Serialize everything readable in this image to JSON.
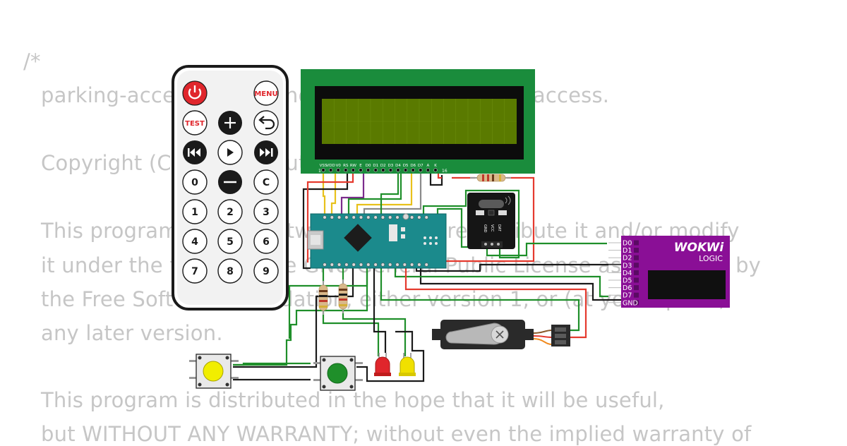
{
  "background_code": {
    "lines": [
      "/*",
      "parking-access — Arduino program for parking access.",
      "Copyright (C) 2023 — author",
      "This program is free software: you can redistribute it and/or modify",
      "it under the terms of the GNU General Public License as published by",
      "the Free Software Foundation, either version 1, or (at your option)",
      "any later version.",
      "This program is distributed in the hope that it will be useful,",
      "but WITHOUT ANY WARRANTY; without even the implied warranty of"
    ]
  },
  "remote": {
    "keys": [
      "MENU",
      "TEST",
      "0",
      "C",
      "1",
      "2",
      "3",
      "4",
      "5",
      "6",
      "7",
      "8",
      "9"
    ]
  },
  "lcd": {
    "pin_labels": [
      "VSS",
      "VDD",
      "V0",
      "RS",
      "RW",
      "E",
      "D0",
      "D1",
      "D2",
      "D3",
      "D4",
      "D5",
      "D6",
      "D7",
      "A",
      "K"
    ],
    "pin_first": "1",
    "pin_last": "16"
  },
  "logic": {
    "brand": "WOKWi",
    "label": "LOGIC",
    "channels": [
      "D0",
      "D1",
      "D2",
      "D3",
      "D4",
      "D5",
      "D6",
      "D7",
      "GND"
    ]
  },
  "rtc": {
    "pins": [
      "GND",
      "VCC",
      "DAT"
    ]
  },
  "colors": {
    "lcd_board": "#1a8c3c",
    "lcd_screen": "#5a7a00",
    "arduino": "#1b8a8c",
    "logic": "#8a0f96",
    "wire_red": "#e53a2e",
    "wire_black": "#1a1a1a",
    "wire_green": "#1f8f2a",
    "wire_yellow": "#e8c11b",
    "wire_purple": "#7b2b8c",
    "wire_gray": "#8a8a8a"
  },
  "icons": [
    "power-icon",
    "plus-icon",
    "minus-icon",
    "back-icon",
    "rewind-icon",
    "play-icon",
    "forward-icon",
    "servo-x-icon"
  ]
}
